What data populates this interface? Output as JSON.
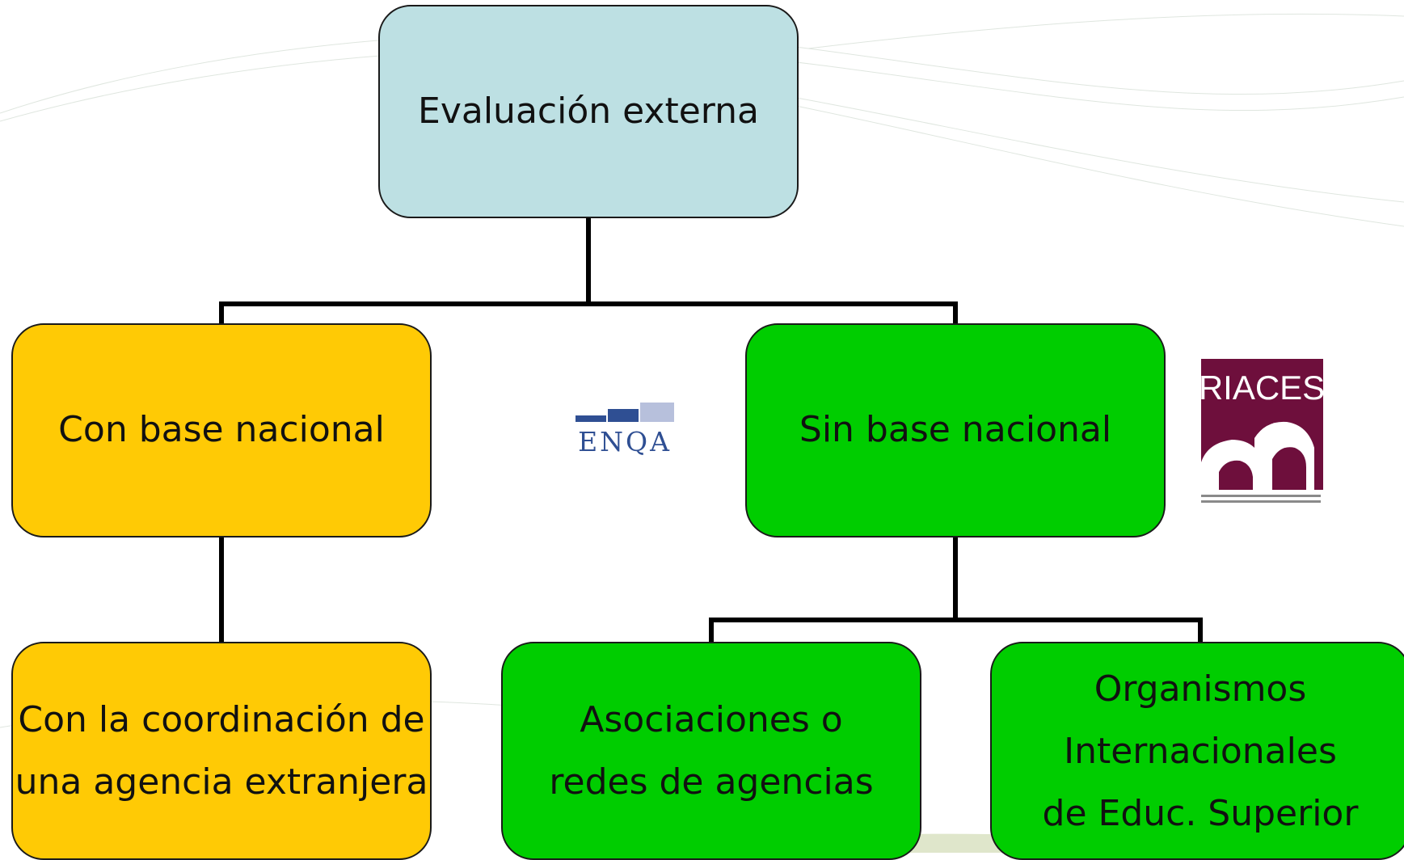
{
  "nodes": {
    "root": {
      "label": "Evaluación externa"
    },
    "con_base": {
      "label": "Con base nacional"
    },
    "sin_base": {
      "label": "Sin base nacional"
    },
    "coordinacion": {
      "label": "Con la coordinación de\nuna agencia extranjera"
    },
    "asociaciones": {
      "label": "Asociaciones o\nredes de agencias"
    },
    "organismos": {
      "label": "Organismos\nInternacionales\nde Educ. Superior"
    }
  },
  "logos": {
    "enqa": {
      "text": "ENQA"
    },
    "riaces": {
      "text": "RIACES"
    }
  },
  "colors": {
    "root_fill": "#bde0e3",
    "national_fill": "#ffca05",
    "international_fill": "#00cd00",
    "riaces_brand": "#6e0f3c",
    "enqa_brand": "#2f4f93"
  }
}
